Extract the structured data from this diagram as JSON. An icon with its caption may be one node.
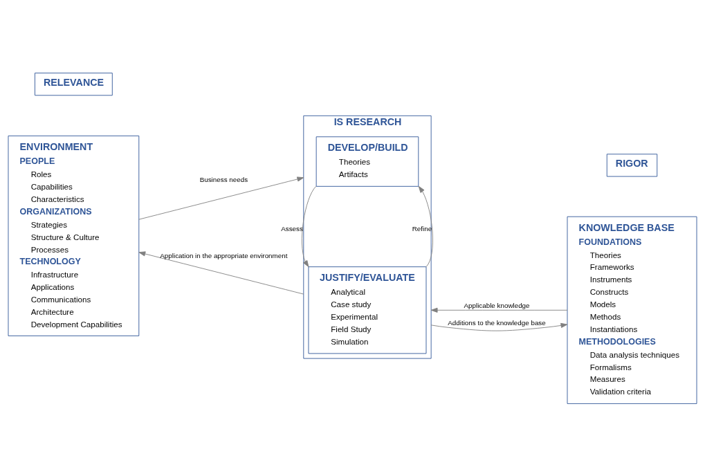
{
  "diagram": {
    "nodes": [
      {
        "text": [
          "ENVIRONMENT",
          "PEOPLE",
          "Roles",
          "Capabilities",
          "Characteristics",
          "ORGANIZATIONS",
          "Strategies",
          "Structure & Culture",
          "Processes",
          "TECHNOLOGY",
          "Infrastructure",
          "Applications",
          "Communications",
          "Architecture",
          "Development Capabilities"
        ]
      },
      {
        "text": [
          "RELEVANCE"
        ]
      },
      {
        "text": [
          "IS RESEARCH"
        ]
      },
      {
        "text": [
          "DEVELOP/BUILD",
          "Theories",
          "Artifacts"
        ],
        "in": 2
      },
      {
        "text": [
          "JUSTIFY/EVALUATE",
          "Analytical",
          "Case study",
          "Experimental",
          "Field Study",
          "Simulation"
        ],
        "in": 2
      },
      {
        "text": [
          "RIGOR"
        ]
      },
      {
        "text": [
          "KNOWLEDGE BASE",
          "FOUNDATIONS",
          "Theories",
          "Frameworks",
          "Instruments",
          "Constructs",
          "Models",
          "Methods",
          "Instantiations",
          "METHODOLOGIES",
          "Data analysis techniques",
          "Formalisms",
          "Measures",
          "Validation criteria"
        ]
      }
    ],
    "edges": [
      {
        "from": 0,
        "to": 2,
        "arrow": "to",
        "label": "Business needs"
      },
      {
        "from": 6,
        "to": 2,
        "arrow": "to",
        "label": "Applicable knowledge"
      },
      {
        "from": 3,
        "to": 4,
        "arrow": "to",
        "label": "Assess"
      },
      {
        "from": 4,
        "to": 3,
        "arrow": "to",
        "label": "Refine"
      },
      {
        "from": 2,
        "to": 0,
        "arrow": "to",
        "label": "Application in the appropriate environment"
      },
      {
        "from": 2,
        "to": 6,
        "arrow": "to",
        "label": "Additions to the knowledge base"
      }
    ]
  }
}
